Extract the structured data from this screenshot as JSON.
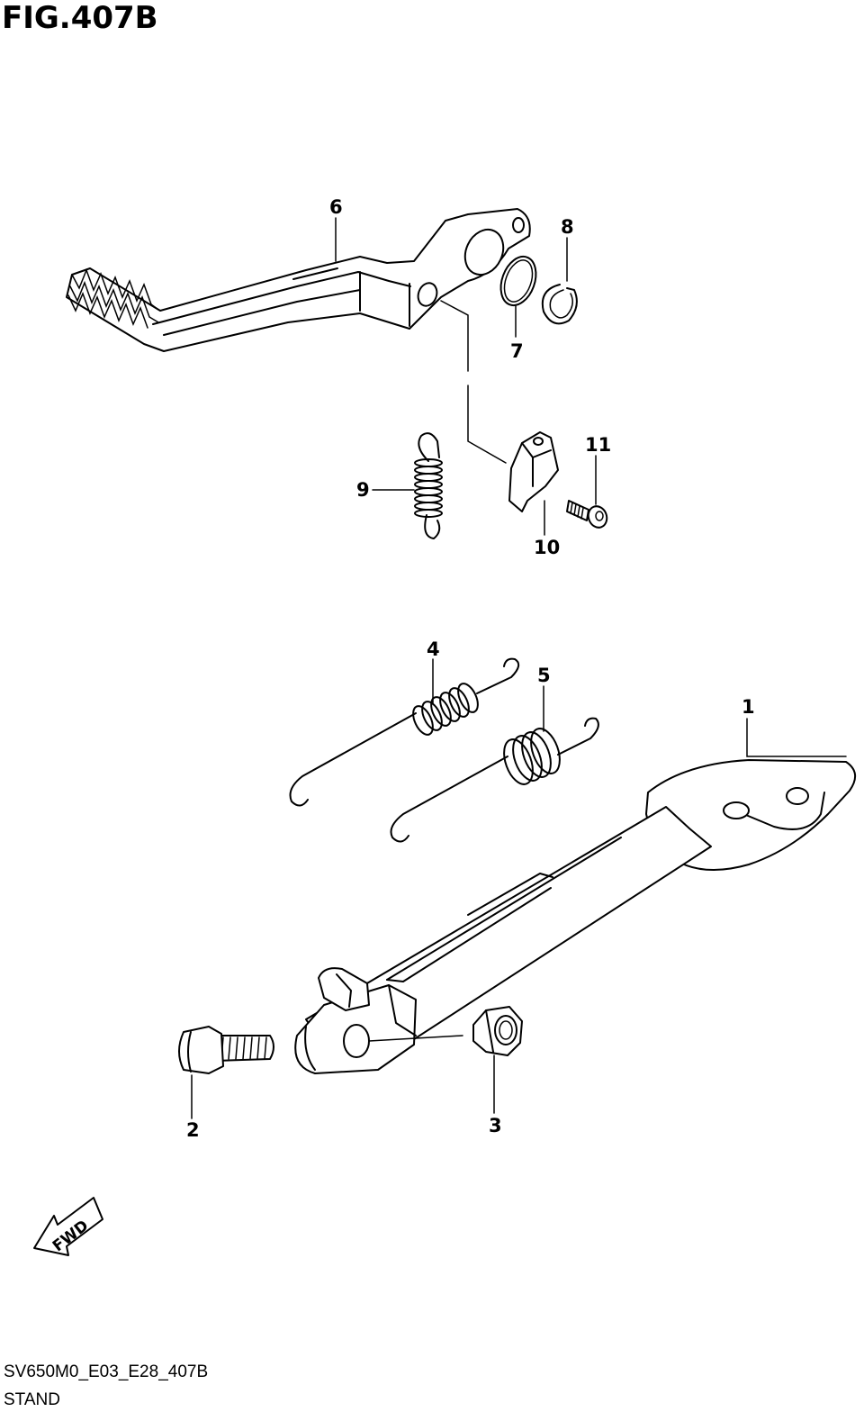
{
  "figure": {
    "title": "FIG.407B",
    "model_code": "SV650M0_E03_E28_407B",
    "section_name": "STAND",
    "direction_marker": "FWD"
  },
  "callouts": [
    {
      "id": "1",
      "label": "1"
    },
    {
      "id": "2",
      "label": "2"
    },
    {
      "id": "3",
      "label": "3"
    },
    {
      "id": "4",
      "label": "4"
    },
    {
      "id": "5",
      "label": "5"
    },
    {
      "id": "6",
      "label": "6"
    },
    {
      "id": "7",
      "label": "7"
    },
    {
      "id": "8",
      "label": "8"
    },
    {
      "id": "9",
      "label": "9"
    },
    {
      "id": "10",
      "label": "10"
    },
    {
      "id": "11",
      "label": "11"
    }
  ],
  "colors": {
    "line": "#000000",
    "background": "#ffffff"
  }
}
